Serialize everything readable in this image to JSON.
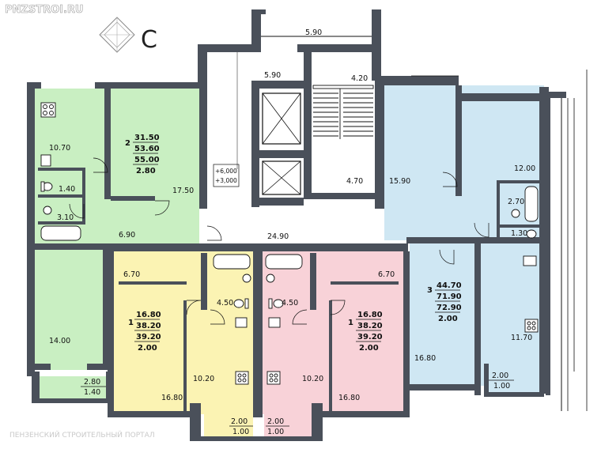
{
  "site_watermark": "PNZSTROI.RU",
  "footer_watermark": "ПЕНЗЕНСКИЙ СТРОИТЕЛЬНЫЙ ПОРТАЛ",
  "compass_letter": "С",
  "level_marks": [
    "+6,000",
    "+3,000"
  ],
  "colors": {
    "green": "#c9efc2",
    "yellow": "#fbf3b3",
    "pink": "#f8d2d8",
    "blue": "#cfe7f3",
    "wall": "#4a505a"
  },
  "apartments": {
    "green": {
      "rooms": "2",
      "living": "31.50",
      "total": "53.60",
      "total_bal": "55.00",
      "balcony": "2.80"
    },
    "yellow": {
      "rooms": "1",
      "living": "16.80",
      "total": "38.20",
      "total_bal": "39.20",
      "balcony": "2.00"
    },
    "pink": {
      "rooms": "1",
      "living": "16.80",
      "total": "38.20",
      "total_bal": "39.20",
      "balcony": "2.00"
    },
    "blue": {
      "rooms": "3",
      "living": "44.70",
      "total": "71.90",
      "total_bal": "72.90",
      "balcony": "2.00"
    }
  },
  "areas": {
    "top_balcony": "5.90",
    "lobby": "5.90",
    "stair_top": "4.20",
    "stair_bottom": "4.70",
    "corridor": "24.90",
    "green_kitchen": "10.70",
    "green_wc": "1.40",
    "green_bath": "3.10",
    "green_hall": "6.90",
    "green_room": "17.50",
    "green_room2": "14.00",
    "green_loggia_a": "2.80",
    "green_loggia_b": "1.40",
    "yellow_hall": "6.70",
    "yellow_bath": "4.50",
    "yellow_kitchen": "10.20",
    "yellow_room": "16.80",
    "yellow_loggia_a": "2.00",
    "yellow_loggia_b": "1.00",
    "pink_hall": "6.70",
    "pink_bath": "4.50",
    "pink_kitchen": "10.20",
    "pink_room": "16.80",
    "pink_loggia_a": "2.00",
    "pink_loggia_b": "1.00",
    "blue_room_a": "15.90",
    "blue_room_b": "12.00",
    "blue_bath": "2.70",
    "blue_wc": "1.30",
    "blue_room_c": "16.80",
    "blue_kitchen": "11.70",
    "blue_loggia_a": "2.00",
    "blue_loggia_b": "1.00"
  }
}
